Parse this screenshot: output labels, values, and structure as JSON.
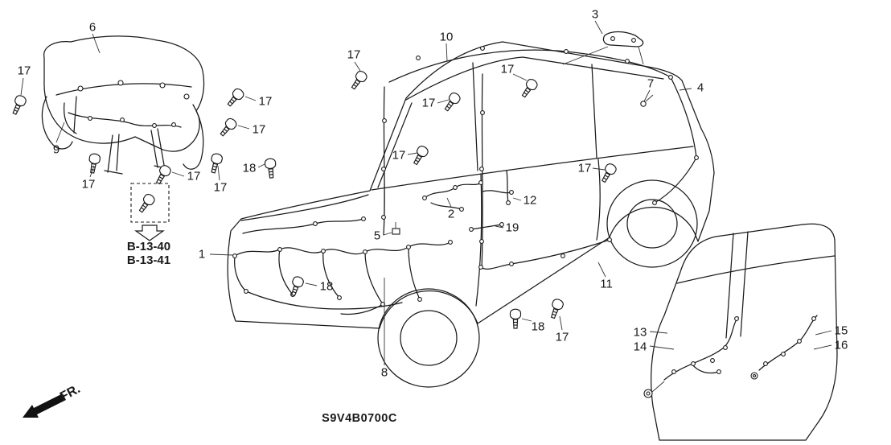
{
  "diagram": {
    "code": "S9V4B0700C",
    "fr_label": "FR.",
    "refs": {
      "r1": "B-13-40",
      "r2": "B-13-41"
    },
    "callouts": {
      "c1": "1",
      "c2": "2",
      "c3": "3",
      "c4": "4",
      "c5": "5",
      "c6": "6",
      "c7": "7",
      "c8": "8",
      "c9": "9",
      "c10": "10",
      "c11": "11",
      "c12": "12",
      "c13": "13",
      "c14": "14",
      "c15": "15",
      "c16": "16",
      "c19": "19",
      "c17a": "17",
      "c17b": "17",
      "c17c": "17",
      "c17d": "17",
      "c17e": "17",
      "c17f": "17",
      "c17g": "17",
      "c17h": "17",
      "c17i": "17",
      "c17j": "17",
      "c17k": "17",
      "c17l": "17",
      "c18a": "18",
      "c18b": "18",
      "c18c": "18"
    }
  }
}
